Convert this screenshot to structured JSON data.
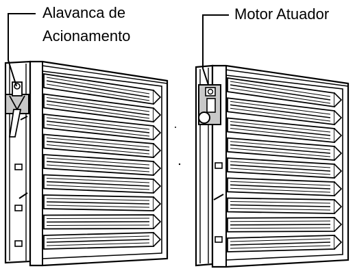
{
  "labels": {
    "lever": [
      "Alavanca de",
      "Acionamento"
    ],
    "motor": "Motor Atuador"
  },
  "diagram": {
    "left_unit": {
      "name": "damper-manual",
      "actuator": "lever",
      "blade_count": 9
    },
    "right_unit": {
      "name": "damper-motorized",
      "actuator": "motor",
      "blade_count": 9
    }
  },
  "colors": {
    "stroke": "#000000",
    "fill": "#ffffff",
    "actuator_fill": "#c8c8c8"
  }
}
